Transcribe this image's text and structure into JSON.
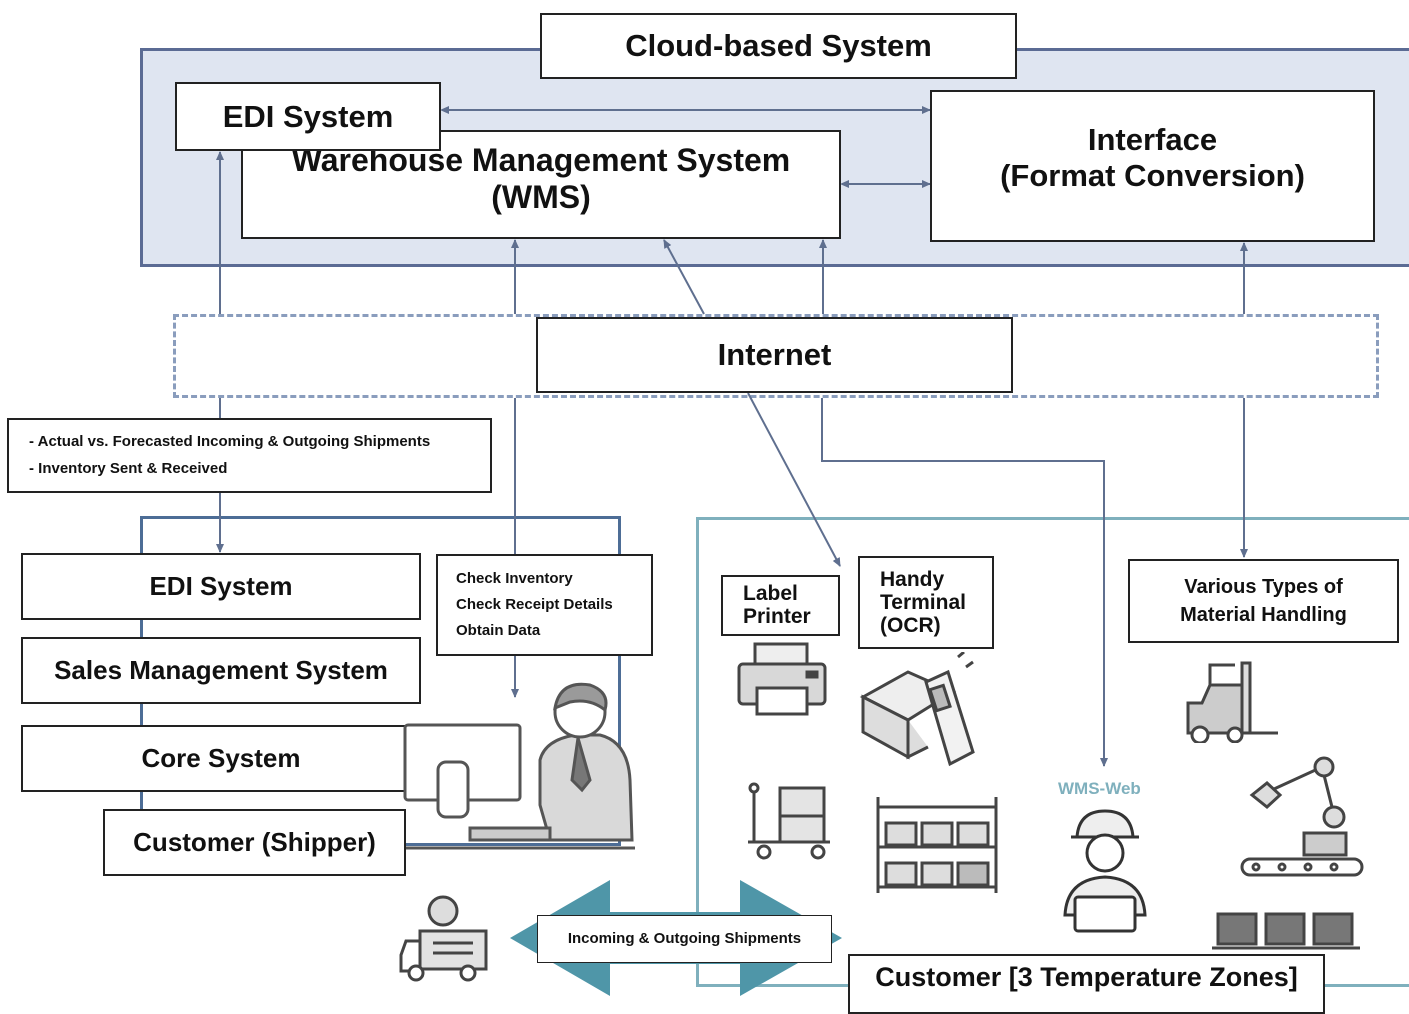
{
  "cloud": {
    "title": "Cloud-based System",
    "edi": "EDI System",
    "wms_line1": "Warehouse Management System",
    "wms_line2": "(WMS)",
    "interface_line1": "Interface",
    "interface_line2": "(Format Conversion)"
  },
  "internet": {
    "label": "Internet"
  },
  "data_list": {
    "items": [
      "- Actual vs. Forecasted Incoming & Outgoing Shipments",
      "- Inventory Sent & Received"
    ]
  },
  "shipper": {
    "edi": "EDI System",
    "sales": "Sales Management System",
    "core": "Core System",
    "name": "Customer (Shipper)",
    "actions": [
      "Check Inventory",
      "Check Receipt Details",
      "Obtain Data"
    ]
  },
  "warehouse": {
    "label_printer_line1": "Label",
    "label_printer_line2": "Printer",
    "handy_line1": "Handy",
    "handy_line2": "Terminal",
    "handy_line3": "(OCR)",
    "material_line1": "Various Types of",
    "material_line2": "Material Handling",
    "wms_web": "WMS-Web",
    "name": "Customer [3 Temperature Zones]"
  },
  "shipments": {
    "label": "Incoming & Outgoing Shipments"
  },
  "colors": {
    "cloud_fill": "#dfe5f1",
    "cloud_border": "#5b6b94",
    "line": "#5f6f8f",
    "teal": "#4f96a8",
    "teal_border": "#7fb0bd"
  },
  "icons": [
    "printer-icon",
    "handy-terminal-icon",
    "cart-icon",
    "shelf-icon",
    "worker-icon",
    "forklift-icon",
    "robot-arm-icon",
    "conveyor-icon",
    "truck-icon",
    "office-worker-icon"
  ]
}
